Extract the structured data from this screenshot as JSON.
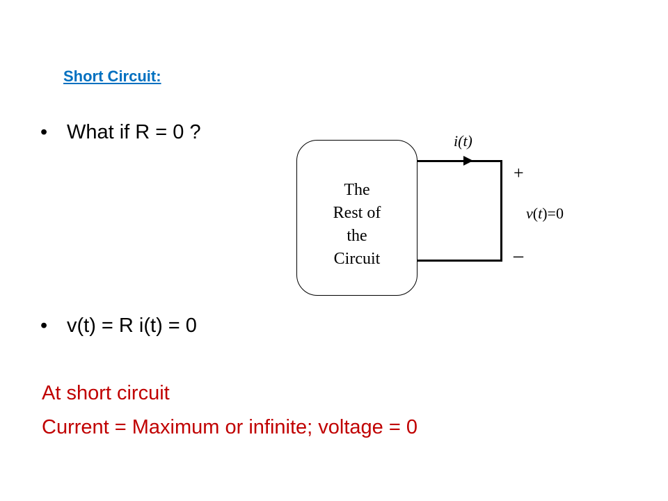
{
  "title": "Short  Circuit:",
  "bullets": {
    "bullet_char": "•",
    "b1": "What if R = 0 ?",
    "b2": "v(t) = R i(t) = 0"
  },
  "notes": {
    "n1": "At short circuit",
    "n2": "Current = Maximum or infinite; voltage = 0"
  },
  "diagram": {
    "box_lines": [
      "The",
      "Rest of",
      "the",
      "Circuit"
    ],
    "current_label": "i(t)",
    "plus": "+",
    "minus": "–",
    "voltage_v": "v",
    "voltage_open": "(",
    "voltage_t": "t",
    "voltage_rest": ")=0"
  },
  "colors": {
    "title": "#0070c0",
    "note": "#c00000",
    "text": "#000000"
  }
}
